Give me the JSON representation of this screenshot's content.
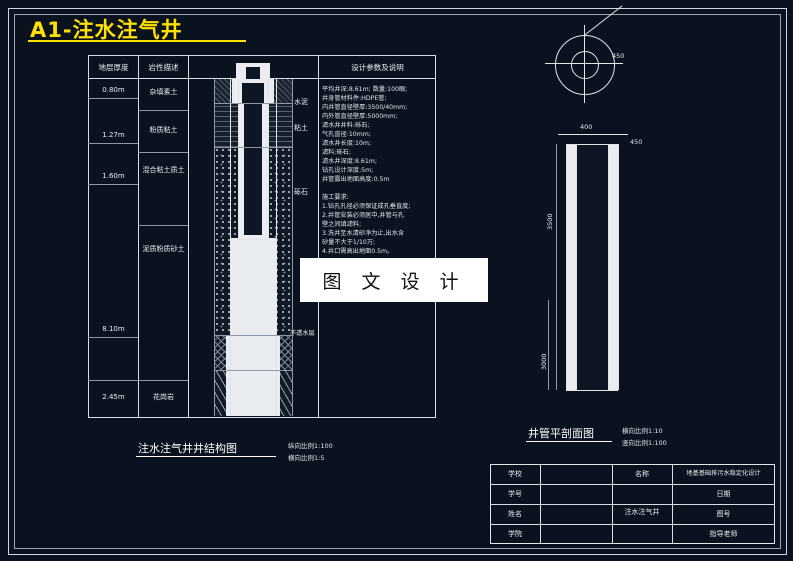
{
  "drawing": {
    "title": "A1-注水注气井",
    "left_view_caption": "注水注气井井结构图",
    "left_scale_1": "纵向比例1:100",
    "left_scale_2": "横向比例1:5",
    "right_view_caption": "井管平剖面图",
    "right_scale_1": "横向比例1:10",
    "right_scale_2": "竖向比例1:100"
  },
  "table": {
    "headers": [
      "地层厚度",
      "岩性描述",
      "",
      "设计参数及说明"
    ],
    "depths": [
      "0.80m",
      "1.27m",
      "1.60m",
      "8.10m",
      "2.45m"
    ],
    "lithology": [
      "杂填素土",
      "粉质粘土",
      "混合粘土质土",
      "泥质粉质砂土",
      "花岗岩"
    ],
    "strata_labels": [
      "水泥",
      "粘土",
      "砾石",
      "不透水层"
    ],
    "notes": "平均井深:8.61m; 数量:100眼;\n井身管材料件:HDPE管;\n内井管直径壁厚:3500/40mm;\n内外管直径壁厚:5000mm;\n滤水井井料:砾石;\n气孔直径:10mm;\n滤水井长度:10m;\n滤料:砾石;\n滤水井深度:8.61m;\n钻孔设计深度:5m;\n井管露出地面高度:0.5m\n\n施工要求:\n1.钻孔孔径必须保证成孔垂直度;\n2.井管安装必须居中,井管与孔\n壁之间填滤料;\n3.洗井至水清砂净为止,出水含\n砂量不大于1/10万;\n4.井口需高出地面0.5m。"
  },
  "title_block": {
    "labels": [
      "学校",
      "学号",
      "姓名",
      "学院"
    ],
    "mid_labels": [
      "名称",
      "",
      "注水注气井",
      ""
    ],
    "right_labels": [
      "地基基础排污水稳定化设计",
      "日期",
      "图号",
      "指导老师"
    ]
  },
  "right_view": {
    "dim_top": "400",
    "dim_right": "450",
    "dim_left_upper": "3500",
    "dim_left_lower": "3000"
  },
  "watermark": "图 文 设 计",
  "colors": {
    "background": "#0a1220",
    "line": "#dfe5eb",
    "title": "#ffe000",
    "text": "#e6ecf2"
  }
}
